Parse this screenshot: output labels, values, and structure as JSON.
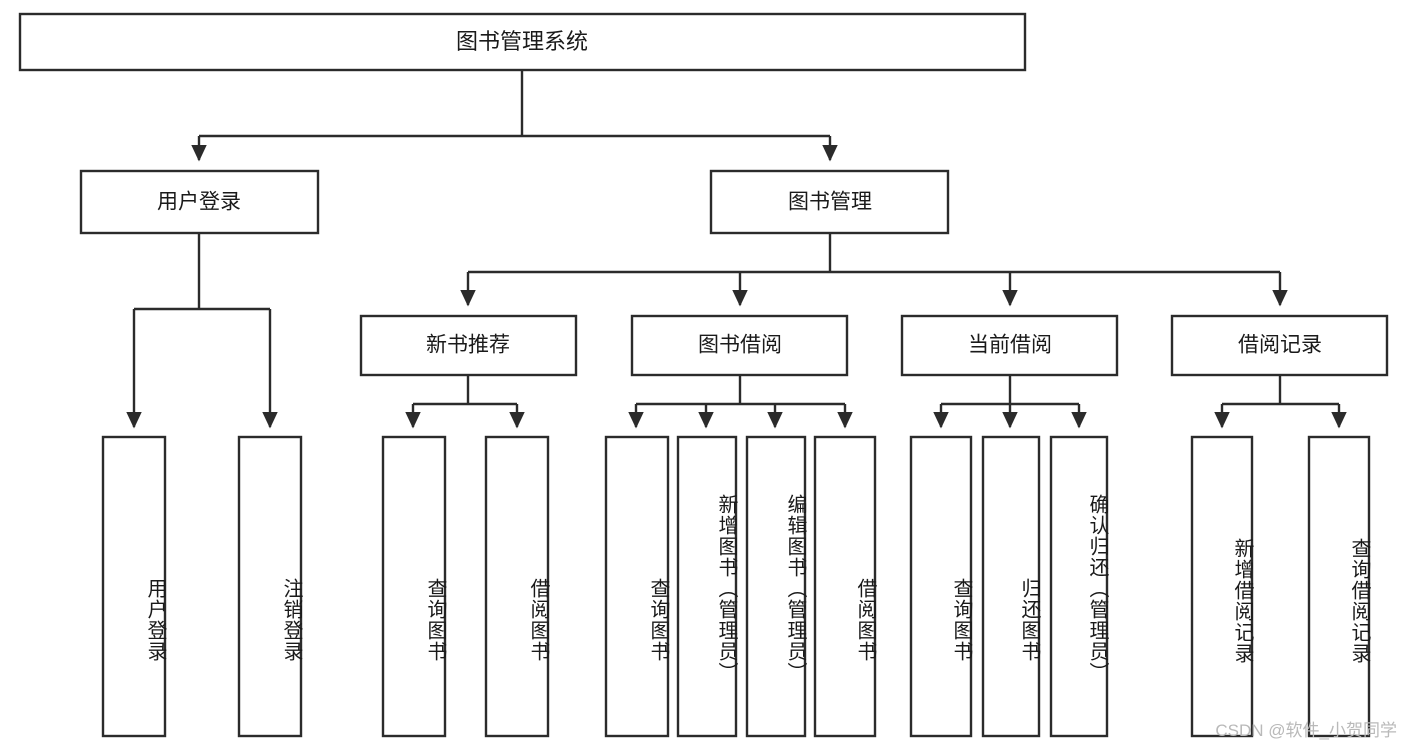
{
  "diagram": {
    "type": "tree-hierarchy",
    "title": "图书管理系统",
    "orientation": "top-down",
    "watermark": "CSDN @软件_小贺同学",
    "colors": {
      "stroke": "#2b2b2b",
      "fill": "#ffffff",
      "text": "#1a1a1a",
      "watermark": "#b9b9b9",
      "background": "#ffffff"
    },
    "root": {
      "id": "root",
      "label": "图书管理系统"
    },
    "level2": [
      {
        "id": "user-login",
        "label": "用户登录"
      },
      {
        "id": "book-manage",
        "label": "图书管理"
      }
    ],
    "level3": [
      {
        "id": "new-book-recommend",
        "label": "新书推荐",
        "parent": "book-manage"
      },
      {
        "id": "book-borrow",
        "label": "图书借阅",
        "parent": "book-manage"
      },
      {
        "id": "current-borrow",
        "label": "当前借阅",
        "parent": "book-manage"
      },
      {
        "id": "borrow-record",
        "label": "借阅记录",
        "parent": "book-manage"
      }
    ],
    "leaves": [
      {
        "id": "leaf-user-login",
        "label": "用户登录",
        "parent": "user-login"
      },
      {
        "id": "leaf-user-logout",
        "label": "注销登录",
        "parent": "user-login"
      },
      {
        "id": "leaf-query-book-1",
        "label": "查询图书",
        "parent": "new-book-recommend"
      },
      {
        "id": "leaf-borrow-book-1",
        "label": "借阅图书",
        "parent": "new-book-recommend"
      },
      {
        "id": "leaf-query-book-2",
        "label": "查询图书",
        "parent": "book-borrow"
      },
      {
        "id": "leaf-add-book",
        "label": "新增图书（管理员）",
        "parent": "book-borrow"
      },
      {
        "id": "leaf-edit-book",
        "label": "编辑图书（管理员）",
        "parent": "book-borrow"
      },
      {
        "id": "leaf-borrow-book-2",
        "label": "借阅图书",
        "parent": "book-borrow"
      },
      {
        "id": "leaf-query-book-3",
        "label": "查询图书",
        "parent": "current-borrow"
      },
      {
        "id": "leaf-return-book",
        "label": "归还图书",
        "parent": "current-borrow"
      },
      {
        "id": "leaf-confirm-return",
        "label": "确认归还（管理员）",
        "parent": "current-borrow"
      },
      {
        "id": "leaf-add-record",
        "label": "新增借阅记录",
        "parent": "borrow-record"
      },
      {
        "id": "leaf-query-record",
        "label": "查询借阅记录",
        "parent": "borrow-record"
      }
    ]
  }
}
